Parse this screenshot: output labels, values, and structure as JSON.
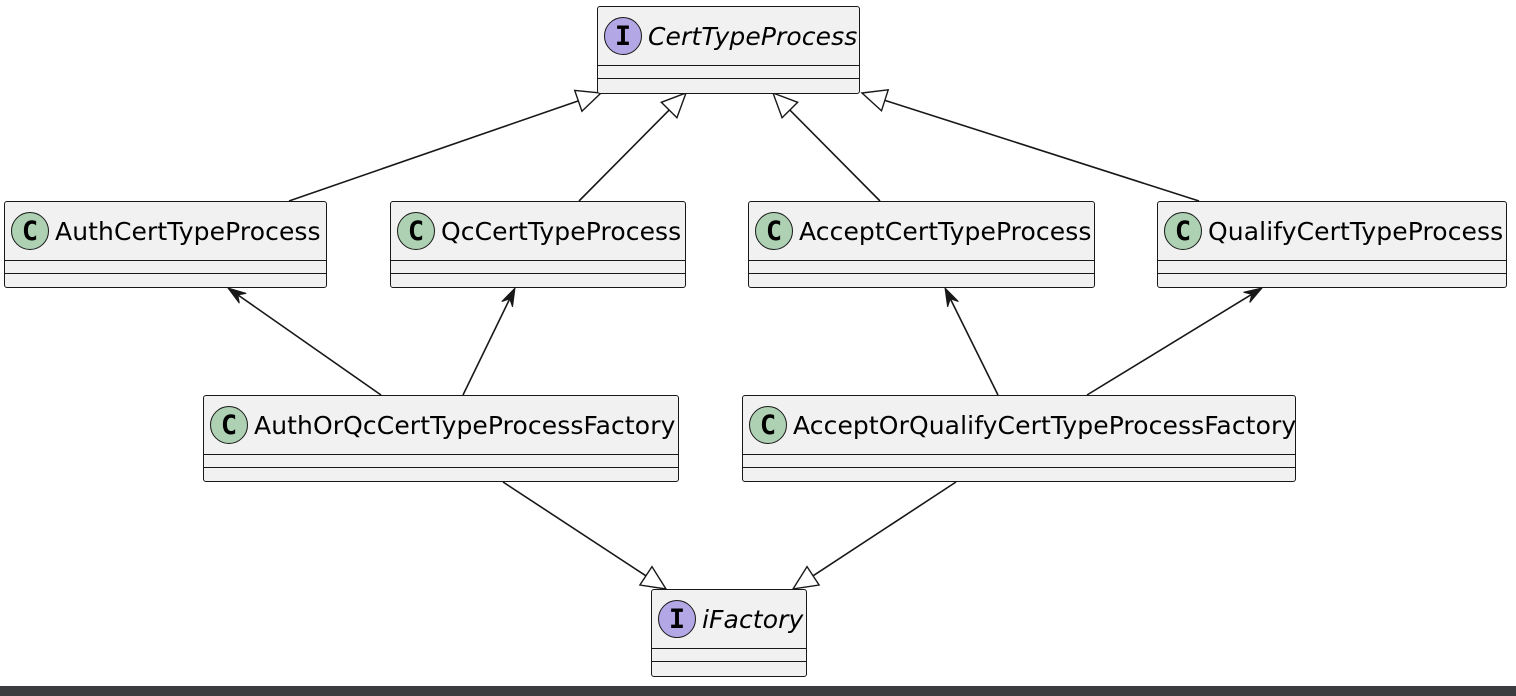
{
  "diagram": {
    "nodes": {
      "cert_type_process": {
        "kind": "interface",
        "badge": "I",
        "name": "CertTypeProcess"
      },
      "auth_cert_type_process": {
        "kind": "class",
        "badge": "C",
        "name": "AuthCertTypeProcess"
      },
      "qc_cert_type_process": {
        "kind": "class",
        "badge": "C",
        "name": "QcCertTypeProcess"
      },
      "accept_cert_type_process": {
        "kind": "class",
        "badge": "C",
        "name": "AcceptCertTypeProcess"
      },
      "qualify_cert_type_process": {
        "kind": "class",
        "badge": "C",
        "name": "QualifyCertTypeProcess"
      },
      "auth_or_qc_factory": {
        "kind": "class",
        "badge": "C",
        "name": "AuthOrQcCertTypeProcessFactory"
      },
      "accept_or_qualify_factory": {
        "kind": "class",
        "badge": "C",
        "name": "AcceptOrQualifyCertTypeProcessFactory"
      },
      "i_factory": {
        "kind": "interface",
        "badge": "I",
        "name": "iFactory"
      }
    },
    "relations": [
      {
        "from": "auth_cert_type_process",
        "to": "cert_type_process",
        "type": "realization"
      },
      {
        "from": "qc_cert_type_process",
        "to": "cert_type_process",
        "type": "realization"
      },
      {
        "from": "accept_cert_type_process",
        "to": "cert_type_process",
        "type": "realization"
      },
      {
        "from": "qualify_cert_type_process",
        "to": "cert_type_process",
        "type": "realization"
      },
      {
        "from": "auth_or_qc_factory",
        "to": "auth_cert_type_process",
        "type": "association"
      },
      {
        "from": "auth_or_qc_factory",
        "to": "qc_cert_type_process",
        "type": "association"
      },
      {
        "from": "accept_or_qualify_factory",
        "to": "accept_cert_type_process",
        "type": "association"
      },
      {
        "from": "accept_or_qualify_factory",
        "to": "qualify_cert_type_process",
        "type": "association"
      },
      {
        "from": "auth_or_qc_factory",
        "to": "i_factory",
        "type": "realization"
      },
      {
        "from": "accept_or_qualify_factory",
        "to": "i_factory",
        "type": "realization"
      }
    ]
  },
  "colors": {
    "node_fill": "#f1f1f1",
    "line": "#181818",
    "class_badge": "#add1b2",
    "interface_badge": "#b4a7e5",
    "bottom_bar": "#3a3c40"
  }
}
